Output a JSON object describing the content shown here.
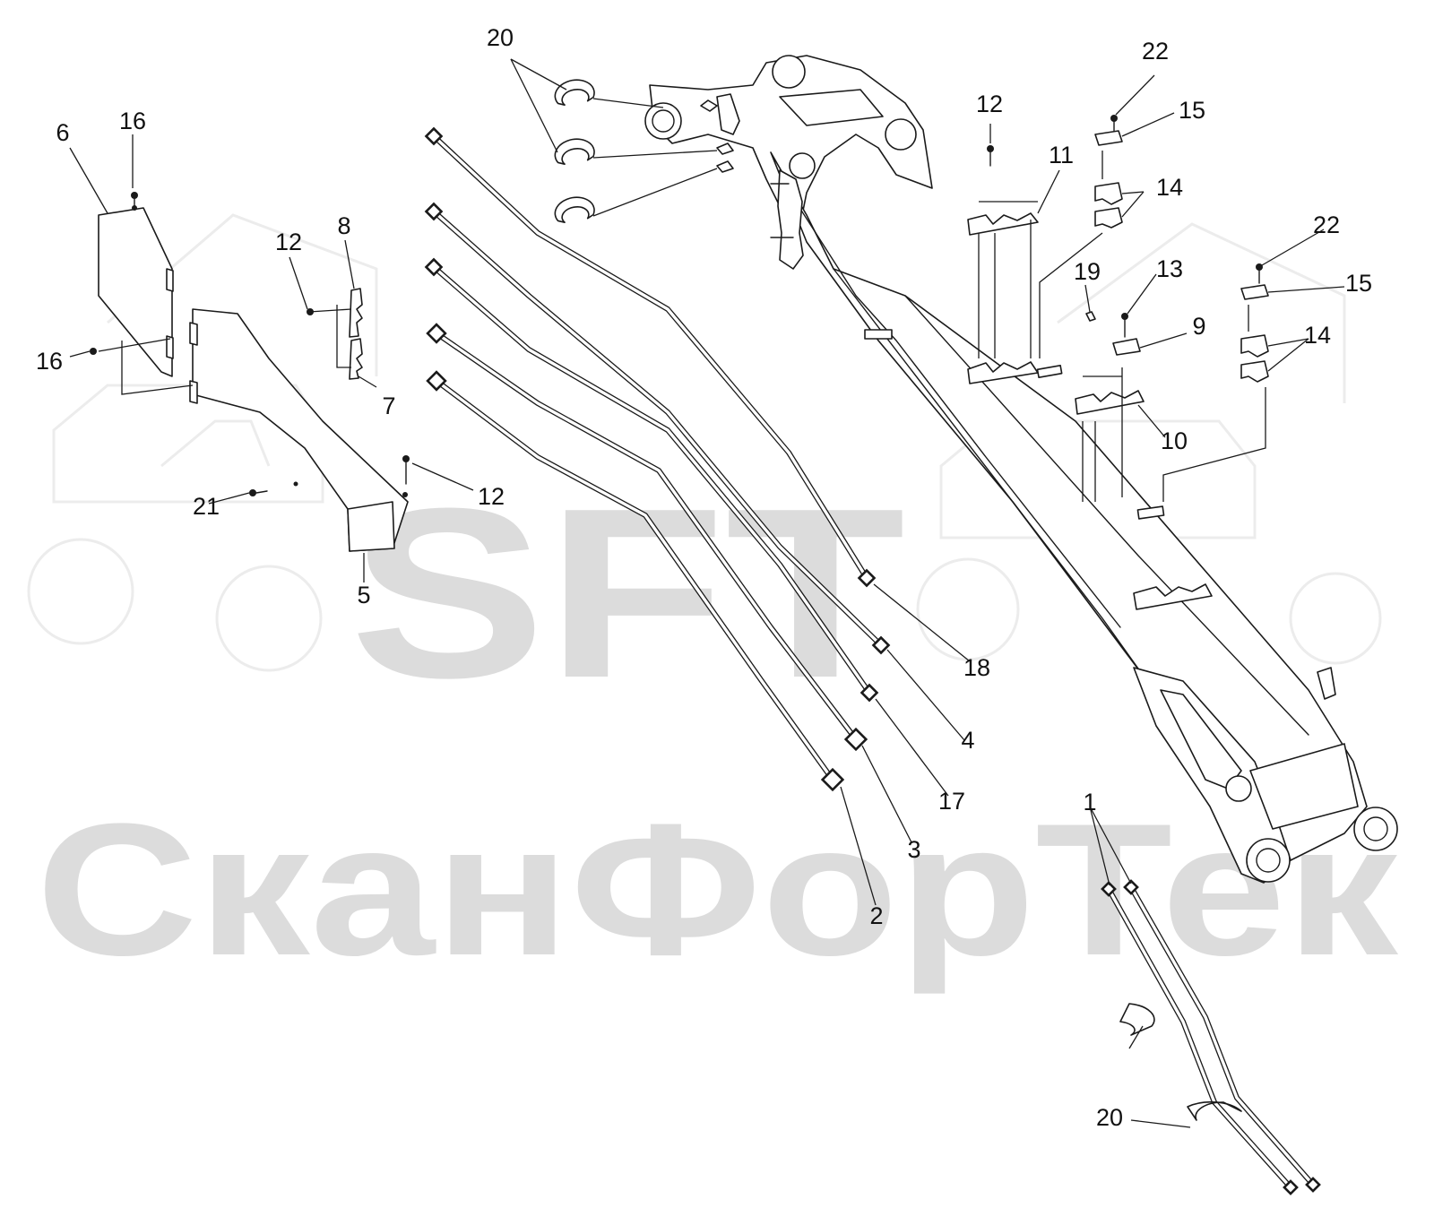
{
  "watermark": {
    "logo_text": "SFT",
    "company_text": "СканФорТек"
  },
  "callouts": [
    {
      "id": "c20a",
      "label": "20"
    },
    {
      "id": "c16a",
      "label": "16"
    },
    {
      "id": "c6",
      "label": "6"
    },
    {
      "id": "c12a",
      "label": "12"
    },
    {
      "id": "c8",
      "label": "8"
    },
    {
      "id": "c16b",
      "label": "16"
    },
    {
      "id": "c7",
      "label": "7"
    },
    {
      "id": "c21",
      "label": "21"
    },
    {
      "id": "c12b",
      "label": "12"
    },
    {
      "id": "c5",
      "label": "5"
    },
    {
      "id": "c12c",
      "label": "12"
    },
    {
      "id": "c11",
      "label": "11"
    },
    {
      "id": "c22a",
      "label": "22"
    },
    {
      "id": "c15a",
      "label": "15"
    },
    {
      "id": "c14a",
      "label": "14"
    },
    {
      "id": "c19",
      "label": "19"
    },
    {
      "id": "c13",
      "label": "13"
    },
    {
      "id": "c9",
      "label": "9"
    },
    {
      "id": "c10",
      "label": "10"
    },
    {
      "id": "c22b",
      "label": "22"
    },
    {
      "id": "c15b",
      "label": "15"
    },
    {
      "id": "c14b",
      "label": "14"
    },
    {
      "id": "c18",
      "label": "18"
    },
    {
      "id": "c4",
      "label": "4"
    },
    {
      "id": "c17",
      "label": "17"
    },
    {
      "id": "c3",
      "label": "3"
    },
    {
      "id": "c2",
      "label": "2"
    },
    {
      "id": "c1",
      "label": "1"
    },
    {
      "id": "c20b",
      "label": "20"
    }
  ]
}
